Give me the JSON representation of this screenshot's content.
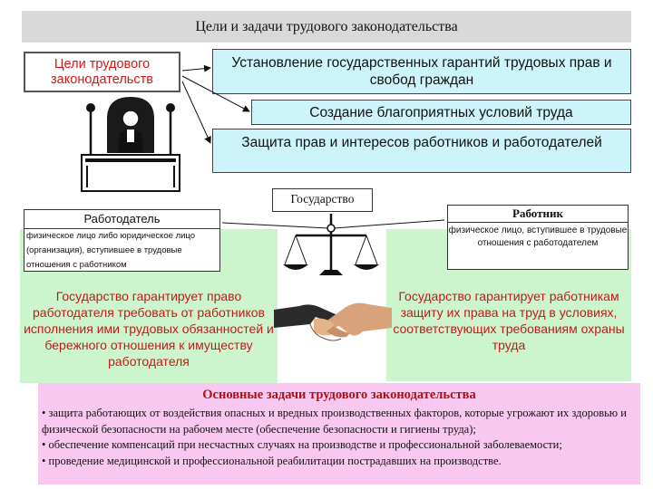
{
  "title": "Цели и задачи трудового законодательства",
  "goals_label": "Цели трудового законодательств",
  "goals": [
    "Установление государственных гарантий трудовых прав и свобод граждан",
    "Создание благоприятных условий труда",
    "Защита прав и интересов работников и работодателей"
  ],
  "state_label": "Государство",
  "employer": {
    "title": "Работодатель",
    "description": "физическое лицо либо юридическое лицо (организация), вступившее в трудовые отношения с работником"
  },
  "worker": {
    "title": "Работник",
    "description": "физическое лицо, вступившее в трудовые отношения с работодателем"
  },
  "state_guarantee_employer": "Государство гарантирует право работодателя требовать от работников исполнения ими трудовых обязанностей и бережного отношения к имуществу работодателя",
  "state_guarantee_worker": "Государство гарантирует работникам защиту их права на труд в условиях, соответствующих требованиям охраны труда",
  "tasks_title": "Основные задачи трудового законодательства",
  "tasks": [
    "•  защита работающих от воздействия опасных и вредных производственных факторов, которые угрожают их здоровью и физической безопасности на рабочем месте (обеспечение безопасности и гигиены труда);",
    "•  обеспечение компенсаций при несчастных случаях на производстве и профессиональной заболеваемости;",
    "•  проведение медицинской и профессиональной реабилитации пострадавших на производстве."
  ],
  "colors": {
    "accent_red": "#c41818",
    "cyan_box": "#cdf4fa",
    "green_panel": "#cdf5cd",
    "pink_panel": "#f9c8f0",
    "title_bar": "#d9d9d9"
  }
}
